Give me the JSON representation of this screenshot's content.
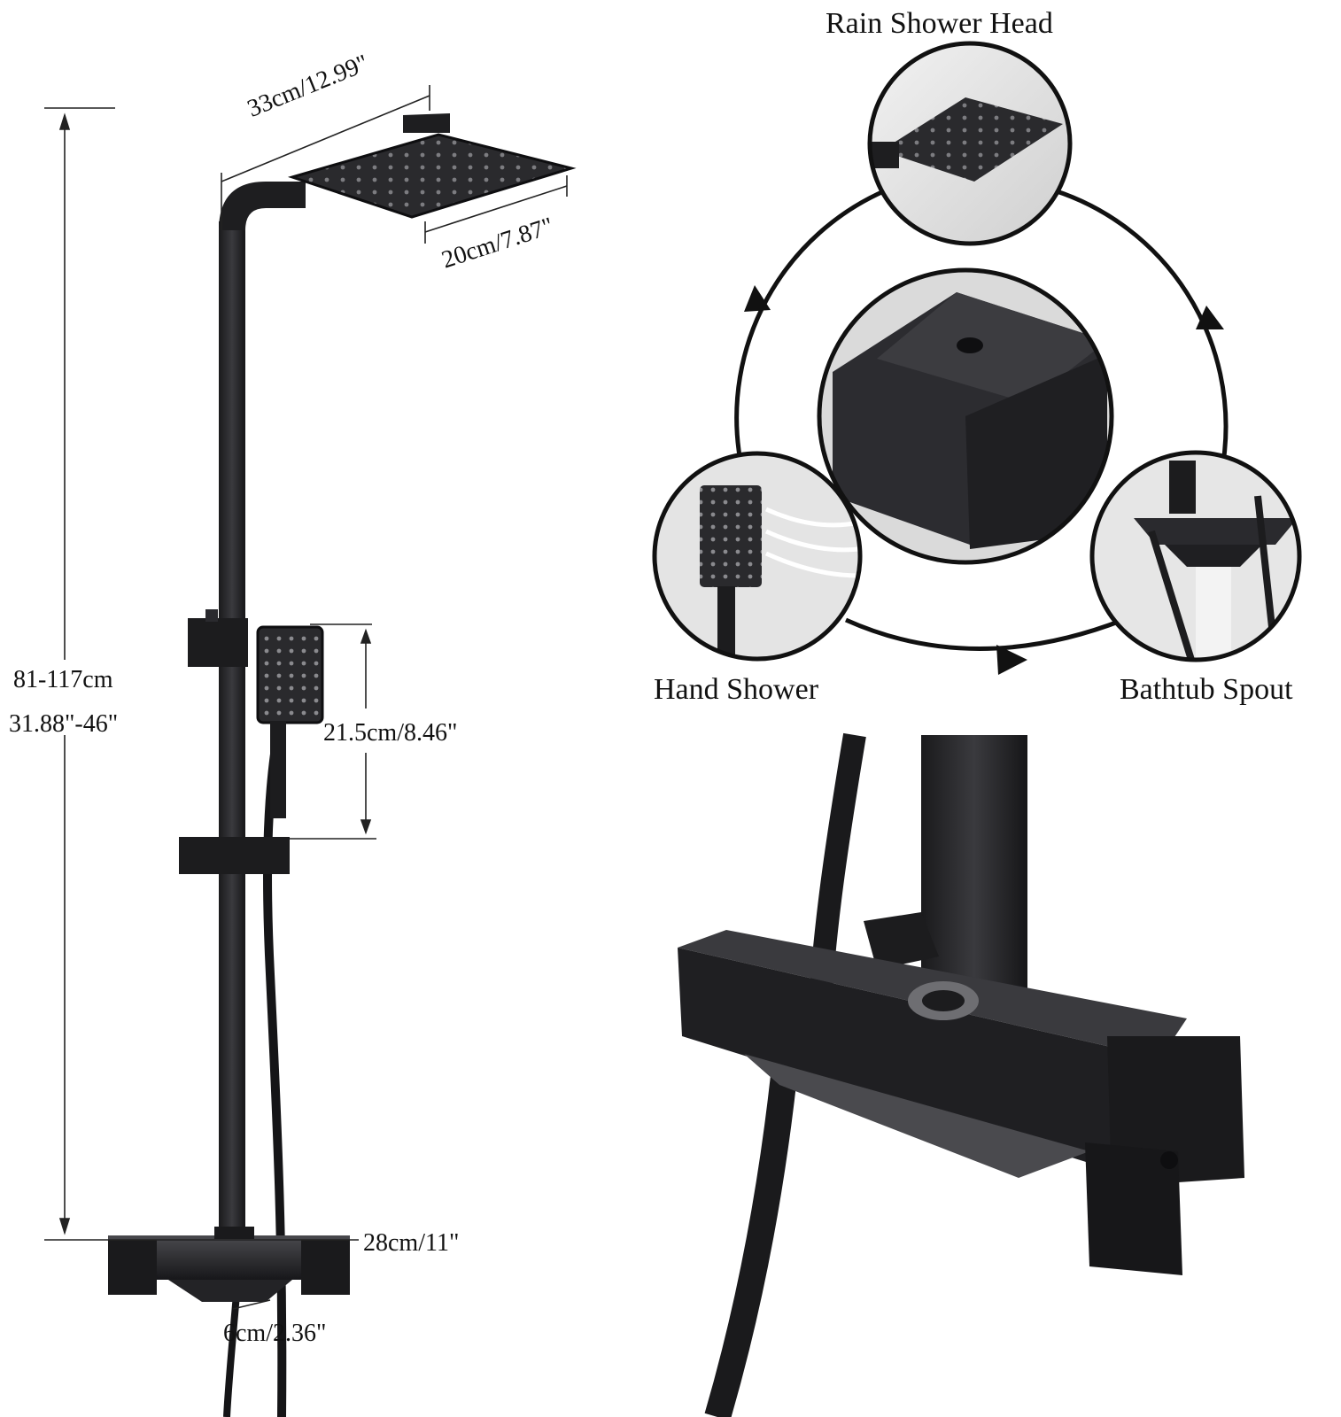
{
  "dimensions": {
    "head_width": "33cm/12.99\"",
    "head_depth": "20cm/7.87\"",
    "height_cm": "81-117cm",
    "height_in": "31.88\"-46\"",
    "hand_shower_height": "21.5cm/8.46\"",
    "mixer_width": "28cm/11\"",
    "spout_width": "6cm/2.36\""
  },
  "functions": {
    "rain_shower_head": "Rain Shower Head",
    "hand_shower": "Hand Shower",
    "bathtub_spout": "Bathtub Spout"
  },
  "colors": {
    "product": "#1c1c1e",
    "line": "#111111",
    "bg": "#ffffff"
  }
}
